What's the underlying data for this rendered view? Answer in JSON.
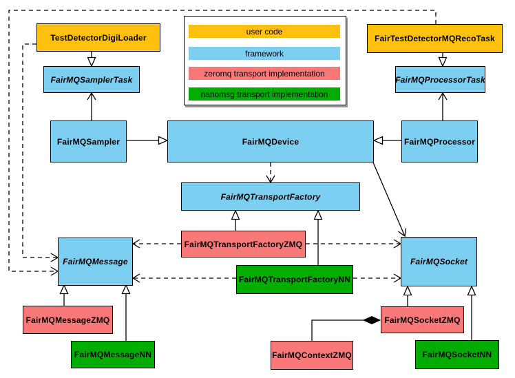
{
  "diagram": {
    "type": "uml-class-diagram",
    "subject": "FairMQ framework class relationships"
  },
  "nodes": {
    "loader": {
      "label": "TestDetectorDigiLoader",
      "category": "user code",
      "color": "#FFC10D"
    },
    "recotask": {
      "label": "FairTestDetectorMQRecoTask",
      "category": "user code",
      "color": "#FFC10D"
    },
    "samplertask": {
      "label": "FairMQSamplerTask",
      "category": "framework",
      "abstract": true,
      "color": "#7DCFF1"
    },
    "processortask": {
      "label": "FairMQProcessorTask",
      "category": "framework",
      "abstract": true,
      "color": "#7DCFF1"
    },
    "sampler": {
      "label": "FairMQSampler",
      "category": "framework",
      "color": "#7DCFF1"
    },
    "device": {
      "label": "FairMQDevice",
      "category": "framework",
      "color": "#7DCFF1"
    },
    "processor": {
      "label": "FairMQProcessor",
      "category": "framework",
      "color": "#7DCFF1"
    },
    "transportfactory": {
      "label": "FairMQTransportFactory",
      "category": "framework",
      "abstract": true,
      "color": "#7DCFF1"
    },
    "factoryzmq": {
      "label": "FairMQTransportFactoryZMQ",
      "category": "zeromq transport implementation",
      "color": "#F87878"
    },
    "factorynn": {
      "label": "FairMQTransportFactoryNN",
      "category": "nanomsg transport implementation",
      "color": "#00AD00"
    },
    "message": {
      "label": "FairMQMessage",
      "category": "framework",
      "abstract": true,
      "color": "#7DCFF1"
    },
    "socket": {
      "label": "FairMQSocket",
      "category": "framework",
      "abstract": true,
      "color": "#7DCFF1"
    },
    "messagezmq": {
      "label": "FairMQMessageZMQ",
      "category": "zeromq transport implementation",
      "color": "#F87878"
    },
    "messagenn": {
      "label": "FairMQMessageNN",
      "category": "nanomsg transport implementation",
      "color": "#00AD00"
    },
    "socketzmq": {
      "label": "FairMQSocketZMQ",
      "category": "zeromq transport implementation",
      "color": "#F87878"
    },
    "socketnn": {
      "label": "FairMQSocketNN",
      "category": "nanomsg transport implementation",
      "color": "#00AD00"
    },
    "contextzmq": {
      "label": "FairMQContextZMQ",
      "category": "zeromq transport implementation",
      "color": "#F87878"
    }
  },
  "legend": {
    "items": [
      {
        "label": "user code",
        "color": "#FFC10D"
      },
      {
        "label": "framework",
        "color": "#7DCFF1"
      },
      {
        "label": "zeromq transport implementation",
        "color": "#F87878"
      },
      {
        "label": "nanomsg transport implementation",
        "color": "#00AD00"
      }
    ]
  },
  "edges": [
    {
      "from": "TestDetectorDigiLoader",
      "to": "FairMQSamplerTask",
      "style": "solid",
      "head": "hollow-triangle"
    },
    {
      "from": "FairMQSampler",
      "to": "FairMQSamplerTask",
      "style": "solid",
      "head": "open"
    },
    {
      "from": "FairTestDetectorMQRecoTask",
      "to": "FairMQProcessorTask",
      "style": "solid",
      "head": "hollow-triangle"
    },
    {
      "from": "FairMQProcessor",
      "to": "FairMQProcessorTask",
      "style": "solid",
      "head": "open"
    },
    {
      "from": "FairMQSampler",
      "to": "FairMQDevice",
      "style": "solid",
      "head": "hollow-triangle"
    },
    {
      "from": "FairMQProcessor",
      "to": "FairMQDevice",
      "style": "solid",
      "head": "hollow-triangle"
    },
    {
      "from": "FairMQDevice",
      "to": "FairMQTransportFactory",
      "style": "dashed",
      "head": "open"
    },
    {
      "from": "FairMQDevice",
      "to": "FairMQSocket",
      "style": "solid",
      "head": "open"
    },
    {
      "from": "FairMQTransportFactoryZMQ",
      "to": "FairMQTransportFactory",
      "style": "solid",
      "head": "hollow-triangle"
    },
    {
      "from": "FairMQTransportFactoryNN",
      "to": "FairMQTransportFactory",
      "style": "solid",
      "head": "hollow-triangle"
    },
    {
      "from": "FairMQTransportFactoryZMQ",
      "to": "FairMQMessage",
      "style": "dashed",
      "head": "open"
    },
    {
      "from": "FairMQTransportFactoryZMQ",
      "to": "FairMQSocket",
      "style": "dashed",
      "head": "open"
    },
    {
      "from": "FairMQTransportFactoryNN",
      "to": "FairMQMessage",
      "style": "dashed",
      "head": "open"
    },
    {
      "from": "FairMQTransportFactoryNN",
      "to": "FairMQSocket",
      "style": "dashed",
      "head": "open"
    },
    {
      "from": "FairMQMessageZMQ",
      "to": "FairMQMessage",
      "style": "solid",
      "head": "hollow-triangle"
    },
    {
      "from": "FairMQMessageNN",
      "to": "FairMQMessage",
      "style": "solid",
      "head": "hollow-triangle"
    },
    {
      "from": "FairMQSocketZMQ",
      "to": "FairMQSocket",
      "style": "solid",
      "head": "hollow-triangle"
    },
    {
      "from": "FairMQSocketNN",
      "to": "FairMQSocket",
      "style": "solid",
      "head": "hollow-triangle"
    },
    {
      "from": "FairMQContextZMQ",
      "to": "FairMQSocketZMQ",
      "style": "solid",
      "head": "filled-diamond"
    },
    {
      "from": "TestDetectorDigiLoader",
      "to": "FairMQMessage",
      "style": "dashed",
      "head": "open"
    },
    {
      "from": "FairTestDetectorMQRecoTask",
      "to": "FairMQMessage",
      "style": "dashed",
      "head": "open"
    }
  ]
}
